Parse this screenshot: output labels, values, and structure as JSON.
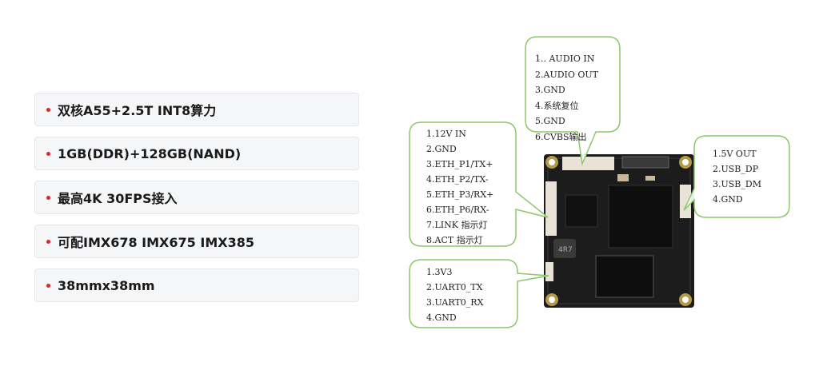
{
  "features": [
    "双核A55+2.5T INT8算力",
    "1GB(DDR)+128GB(NAND)",
    "最高4K 30FPS接入",
    "可配IMX678 IMX675 IMX385",
    "38mmx38mm"
  ],
  "callouts": {
    "audio": [
      "1.. AUDIO IN",
      "2.AUDIO OUT",
      "3.GND",
      "4.系统复位",
      "5.GND",
      "6.CVBS输出"
    ],
    "power_eth": [
      "1.12V IN",
      "2.GND",
      "3.ETH_P1/TX+",
      "4.ETH_P2/TX-",
      "5.ETH_P3/RX+",
      "6.ETH_P6/RX-",
      "7.LINK 指示灯",
      "8.ACT 指示灯"
    ],
    "usb": [
      "1.5V OUT",
      "2.USB_DP",
      "3.USB_DM",
      "4.GND"
    ],
    "uart": [
      "1.3V3",
      "2.UART0_TX",
      "3.UART0_RX",
      "4.GND"
    ]
  },
  "board": {
    "inductor_label": "4R7"
  },
  "colors": {
    "bullet": "#e0242b",
    "callout_border": "#8cc86a",
    "pcb": "#1c1c1c"
  }
}
